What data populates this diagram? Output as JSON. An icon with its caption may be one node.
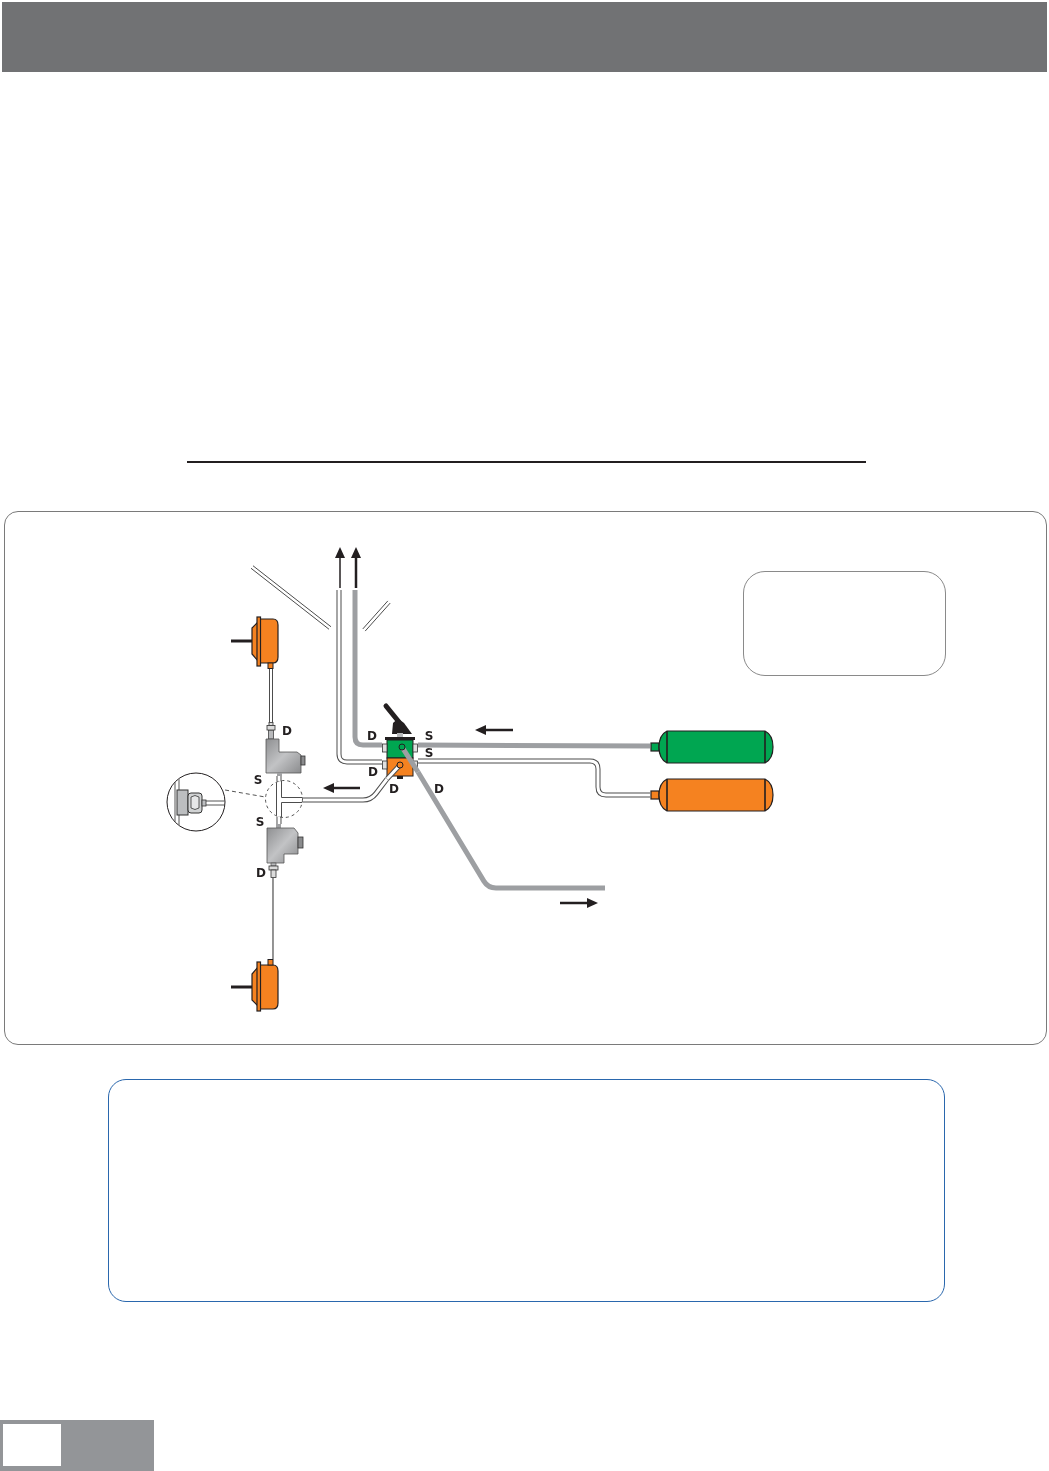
{
  "diagram": {
    "nodes": [
      {
        "text": [],
        "shape": "picture"
      },
      {
        "text": [],
        "shape": "picture",
        "beside": [
          "D",
          "S"
        ]
      },
      {
        "text": [],
        "shape": "picture"
      },
      {
        "text": [],
        "shape": "circle"
      },
      {
        "text": [],
        "shape": "picture",
        "beside": [
          "S",
          "D"
        ]
      },
      {
        "text": [],
        "shape": "picture"
      },
      {
        "text": [],
        "shape": "picture",
        "beside": [
          "D",
          "S",
          "S",
          "D",
          "D",
          "D"
        ]
      },
      {
        "text": [],
        "shape": "box"
      },
      {
        "text": [],
        "shape": "cylinder"
      },
      {
        "text": [],
        "shape": "cylinder"
      },
      {
        "text": [],
        "shape": "box"
      }
    ],
    "edges": [
      {
        "from": 6,
        "to": null,
        "arrow": "none",
        "color": "#9d9fa2"
      },
      {
        "from": 6,
        "to": null,
        "arrow": "none"
      },
      {
        "from": 8,
        "to": 6,
        "arrow": "none",
        "color": "#9d9fa2"
      },
      {
        "from": 9,
        "to": 6,
        "arrow": "none"
      },
      {
        "from": 6,
        "to": 3,
        "arrow": "none"
      },
      {
        "from": 3,
        "to": 1,
        "arrow": "none"
      },
      {
        "from": 3,
        "to": 4,
        "arrow": "none"
      },
      {
        "from": 6,
        "to": null,
        "arrow": "none",
        "color": "#9d9fa2"
      },
      {
        "from": 1,
        "to": 0,
        "arrow": "none"
      },
      {
        "from": 4,
        "to": 5,
        "arrow": "none"
      },
      {
        "from": 2,
        "to": 3,
        "arrow": "none",
        "style": "dashed"
      }
    ]
  }
}
